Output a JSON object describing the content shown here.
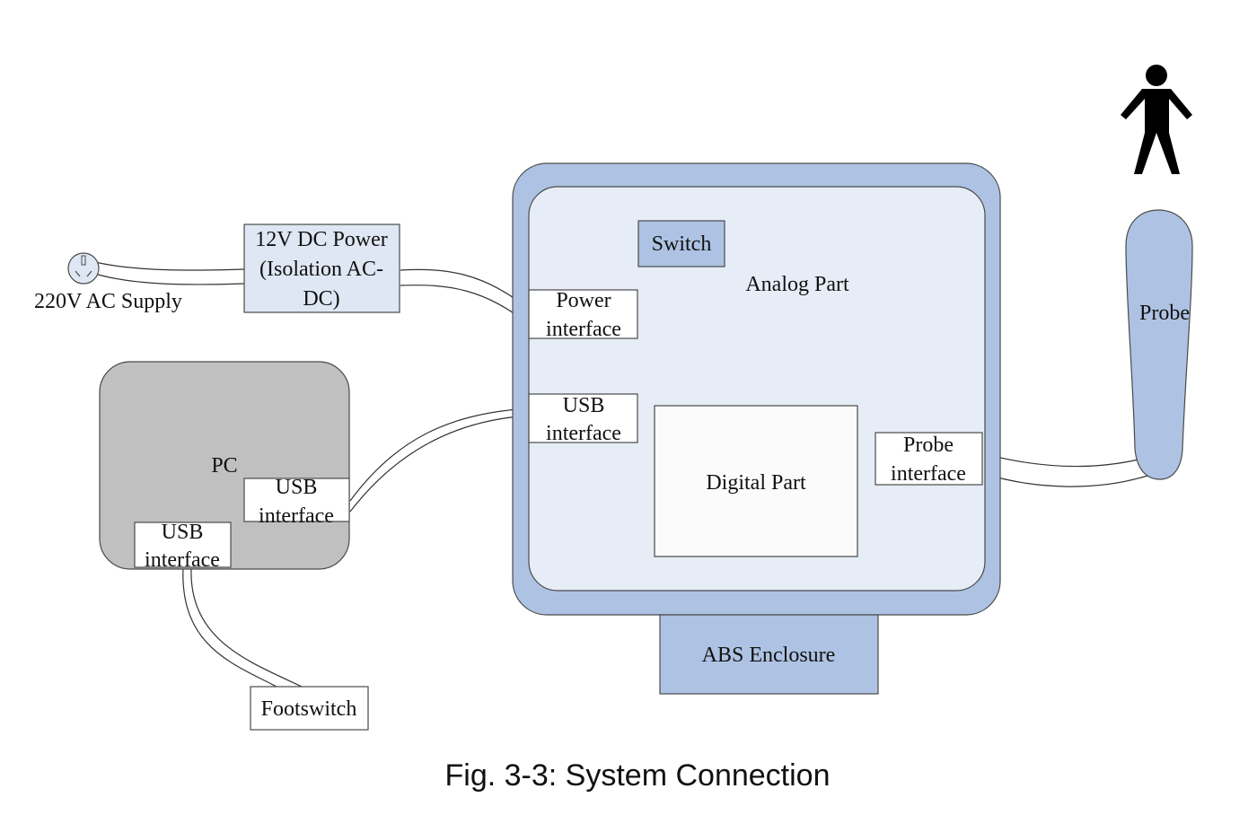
{
  "colors": {
    "enclosure_fill": "#aec3e3",
    "enclosure_stroke": "#4a4a4a",
    "analog_fill": "#e6edf7",
    "power_box_fill": "#dee7f3",
    "pc_fill": "#c0c0c0",
    "switch_fill": "#aec3e3",
    "probe_fill": "#aec3e3",
    "white": "#ffffff"
  },
  "labels": {
    "ac_supply": "220V AC Supply",
    "power_supply_line1": "12V DC Power",
    "power_supply_line2": "(Isolation AC-",
    "power_supply_line3": "DC)",
    "switch": "Switch",
    "analog_part": "Analog Part",
    "power_interface_line1": "Power",
    "power_interface_line2": "interface",
    "usb_interface_line1": "USB",
    "usb_interface_line2": "interface",
    "digital_part": "Digital Part",
    "probe_interface_line1": "Probe",
    "probe_interface_line2": "interface",
    "probe": "Probe",
    "pc": "PC",
    "pc_usb_line1": "USB",
    "pc_usb_line2": "interface",
    "pc_usb2_line1": "USB",
    "pc_usb2_line2": "interface",
    "abs_enclosure": "ABS Enclosure",
    "footswitch": "Footswitch",
    "caption": "Fig. 3-3: System Connection"
  },
  "icons": {
    "plug": "ac-plug-icon",
    "person": "person-icon"
  }
}
